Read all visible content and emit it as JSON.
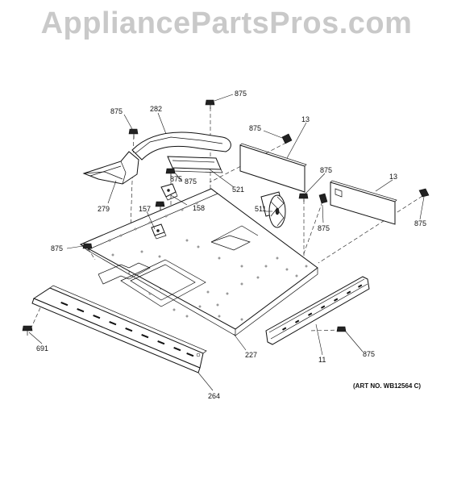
{
  "watermark": "AppliancePartsPros.com",
  "art_number": "(ART NO. WB12564 C)",
  "parts": {
    "p875": "875",
    "p282": "282",
    "p13": "13",
    "p279": "279",
    "p521": "521",
    "p158": "158",
    "p157": "157",
    "p511": "511",
    "p227": "227",
    "p11": "11",
    "p691": "691",
    "p264": "264"
  }
}
